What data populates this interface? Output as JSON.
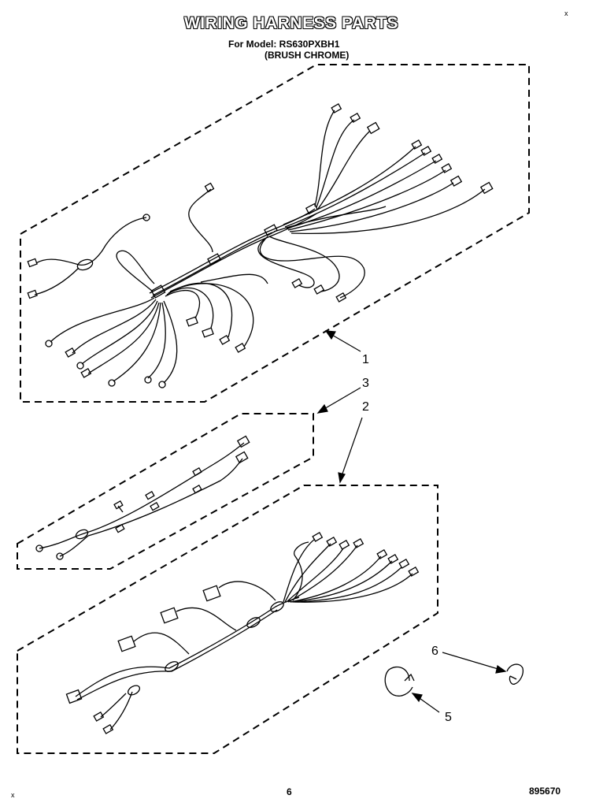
{
  "header": {
    "title": "WIRING HARNESS PARTS",
    "model_line": "For Model: RS630PXBH1",
    "finish_line": "(BRUSH CHROME)"
  },
  "callouts": {
    "c1": "1",
    "c2": "2",
    "c3": "3",
    "c5": "5",
    "c6": "6"
  },
  "footer": {
    "page_number": "6",
    "document_number": "895670"
  },
  "marks": {
    "top_right": "x",
    "bottom_left": "x"
  }
}
